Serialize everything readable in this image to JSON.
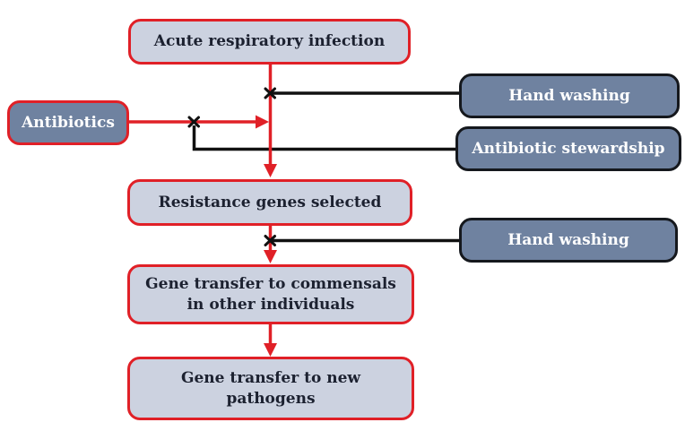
{
  "nodes": {
    "acute_respiratory_infection": {
      "label": "Acute respiratory infection"
    },
    "antibiotics": {
      "label": "Antibiotics"
    },
    "hand_washing_top": {
      "label": "Hand washing"
    },
    "antibiotic_stewardship": {
      "label": "Antibiotic stewardship"
    },
    "resistance_genes_selected": {
      "label": "Resistance genes selected"
    },
    "hand_washing_mid": {
      "label": "Hand washing"
    },
    "gene_transfer_commensals": {
      "label": "Gene transfer to commensals\nin other individuals"
    },
    "gene_transfer_new_pathogens": {
      "label": "Gene transfer to new\npathogens"
    }
  },
  "colors": {
    "process_box_fill": "#ccd2e0",
    "process_box_border": "#e02027",
    "intervention_box_fill": "#6f82a0",
    "intervention_box_border": "#15181d",
    "flow_arrow_red": "#e02027",
    "inhibition_line_black": "#111111",
    "process_text": "#1c2130",
    "intervention_text": "#ffffff",
    "background": "#ffffff"
  }
}
